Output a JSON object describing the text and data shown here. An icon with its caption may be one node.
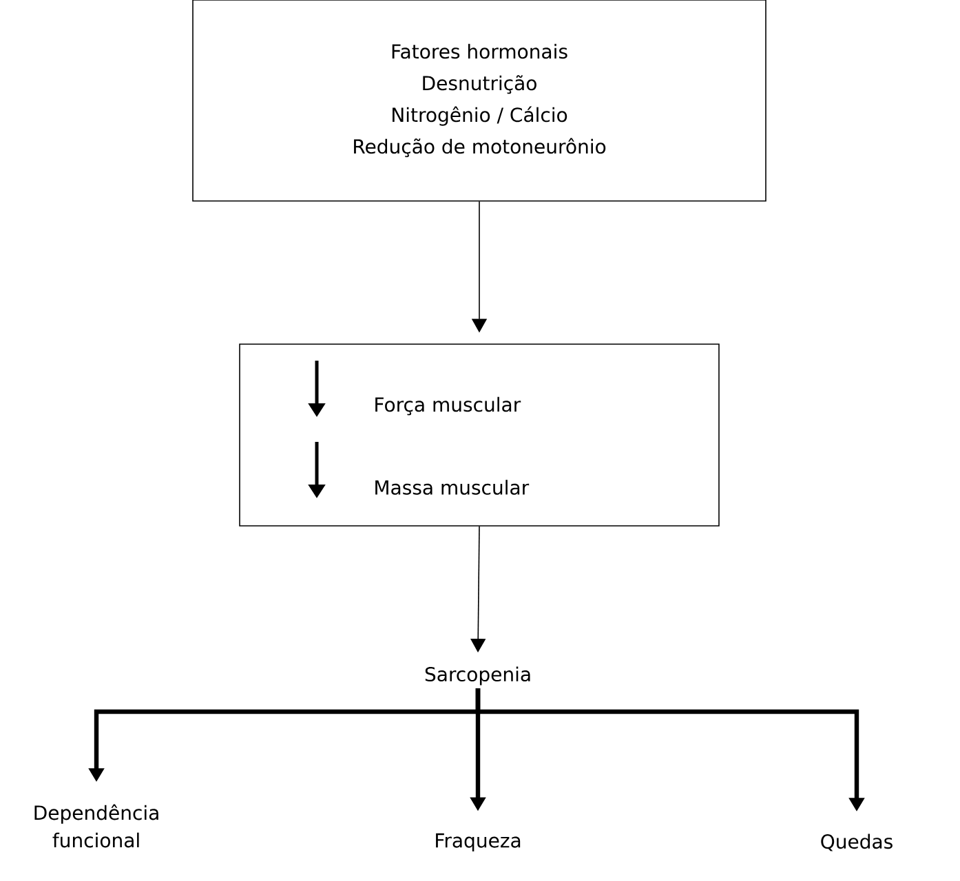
{
  "diagram": {
    "nodes": [
      {
        "text": [
          "Fatores hormonais",
          "Desnutrição",
          "Nitrogênio / Cálcio",
          "Redução de motoneurônio"
        ]
      },
      {
        "text": [
          "Força muscular",
          "Massa muscular"
        ]
      },
      {
        "text": [
          "Sarcopenia"
        ]
      },
      {
        "text": [
          "Dependência funcional"
        ]
      },
      {
        "text": [
          "Fraqueza"
        ]
      },
      {
        "text": [
          "Quedas"
        ]
      }
    ],
    "edges": [
      {
        "from": 0,
        "to": 1,
        "arrow": "to"
      },
      {
        "from": 1,
        "to": 2,
        "arrow": "to"
      },
      {
        "from": 2,
        "to": 3,
        "arrow": "to"
      },
      {
        "from": 2,
        "to": 4,
        "arrow": "to"
      },
      {
        "from": 2,
        "to": 5,
        "arrow": "to"
      }
    ]
  }
}
